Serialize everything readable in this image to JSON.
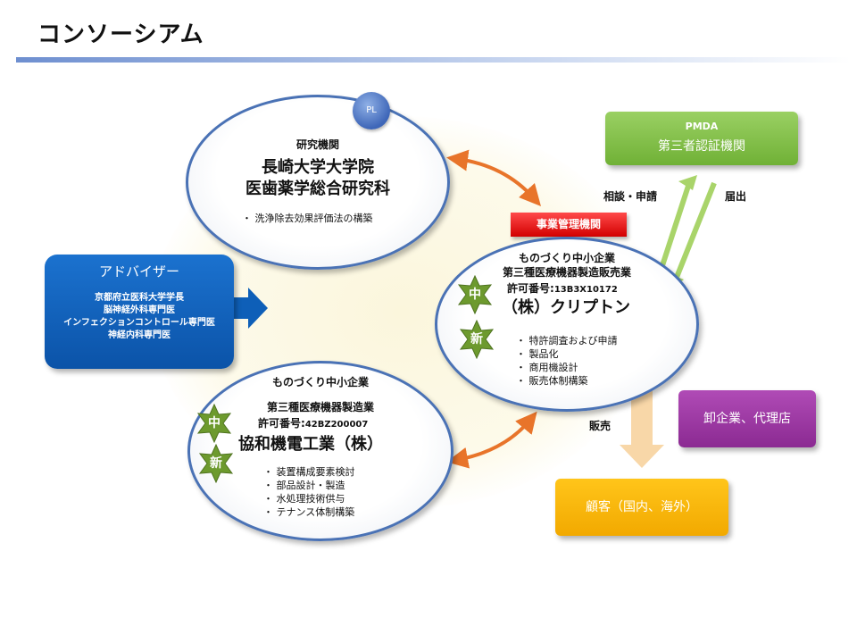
{
  "slide": {
    "title": "コンソーシアム"
  },
  "research": {
    "category": "研究機関",
    "name_line1": "長崎大学大学院",
    "name_line2": "医歯薬学総合研究科",
    "task": "・ 洗浄除去効果評価法の構築",
    "badge": "PL"
  },
  "management": {
    "label": "事業管理機関"
  },
  "kryptone": {
    "category": "ものづくり中小企業",
    "license_type": "第三種医療機器製造販売業",
    "license_prefix": "許可番号:",
    "license_number": "13B3X10172",
    "name": "（株）クリプトン",
    "tasks": [
      "・ 特許調査および申請",
      "・ 製品化",
      "・ 商用機設計",
      "・ 販売体制構築"
    ],
    "badge_chu": "中",
    "badge_shin": "新"
  },
  "kyowa": {
    "category": "ものづくり中小企業",
    "license_type": "第三種医療機器製造業",
    "license_prefix": "許可番号:",
    "license_number": "42BZ200007",
    "name": "協和機電工業（株）",
    "tasks": [
      "・ 装置構成要素検討",
      "・ 部品設計・製造",
      "・ 水処理技術供与",
      "・ テナンス体制構築"
    ],
    "badge_chu": "中",
    "badge_shin": "新"
  },
  "advisor": {
    "title": "アドバイザー",
    "lines": [
      "京都府立医科大学学長",
      "脳神経外科専門医",
      "インフェクションコントロール専門医",
      "神経内科専門医"
    ]
  },
  "pmda": {
    "line1": "PMDA",
    "line2": "第三者認証機関"
  },
  "flows": {
    "consult": "相談・申請",
    "notify": "届出",
    "sales": "販売"
  },
  "wholesale": {
    "label": "卸企業、代理店"
  },
  "customer": {
    "label": "顧客（国内、海外）"
  },
  "colors": {
    "ellipse_border": "#4a72b5",
    "orange_arrow": "#e8742a",
    "green_arrow": "#a9d46a",
    "sales_arrow": "#f8d7a8"
  }
}
